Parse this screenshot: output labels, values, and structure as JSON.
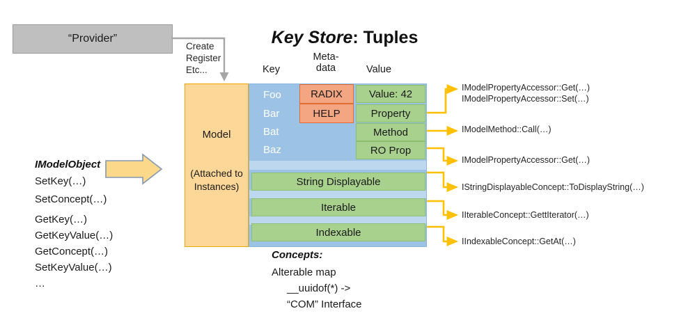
{
  "provider": {
    "label": "“Provider”"
  },
  "create_label": {
    "lines": [
      "Create",
      "Register",
      "Etc..."
    ]
  },
  "title": {
    "emphasis": "Key Store",
    "rest": ": Tuples"
  },
  "columns": {
    "key": "Key",
    "metadata_line1": "Meta-",
    "metadata_line2": "data",
    "value": "Value"
  },
  "model": {
    "label": "Model",
    "sub_line1": "(Attached to",
    "sub_line2": "Instances)"
  },
  "keys": [
    "Foo",
    "Bar",
    "Bat",
    "Baz"
  ],
  "metadata": [
    "RADIX",
    "HELP"
  ],
  "values": [
    "Value: 42",
    "Property",
    "Method",
    "RO Prop"
  ],
  "concepts_rows": [
    "String Displayable",
    "Iterable",
    "Indexable"
  ],
  "annotations": [
    {
      "lines": [
        "IModelPropertyAccessor::Get(…)",
        "IModelPropertyAccessor::Set(…)"
      ]
    },
    {
      "lines": [
        "IModelMethod::Call(…)"
      ]
    },
    {
      "lines": [
        "IModelPropertyAccessor::Get(…)"
      ]
    },
    {
      "lines": [
        "IStringDisplayableConcept::ToDisplayString(…)"
      ]
    },
    {
      "lines": [
        "IIterableConcept::GettIterator(…)"
      ]
    },
    {
      "lines": [
        "IIndexableConcept::GetAt(…)"
      ]
    }
  ],
  "imodelobject": {
    "title": "IModelObject",
    "methods": [
      "SetKey(…)",
      "SetConcept(…)",
      "GetKey(…)",
      "GetKeyValue(…)",
      "GetConcept(…)",
      "SetKeyValue(…)",
      "…"
    ]
  },
  "concepts": {
    "title": "Concepts:",
    "lines": [
      "Alterable map",
      "__uuidof(*) ->",
      "“COM” Interface"
    ]
  },
  "colors": {
    "provider_fill": "#bfbfbf",
    "model_fill": "#fcd798",
    "store_fill": "#9cc3e5",
    "band_fill": "#bdd7ee",
    "meta_fill": "#f4a582",
    "value_fill": "#a9d18e",
    "arrow_yellow": "#ffc000",
    "arrow_grey": "#a6a6a6",
    "big_arrow_fill": "#fcd98a"
  }
}
